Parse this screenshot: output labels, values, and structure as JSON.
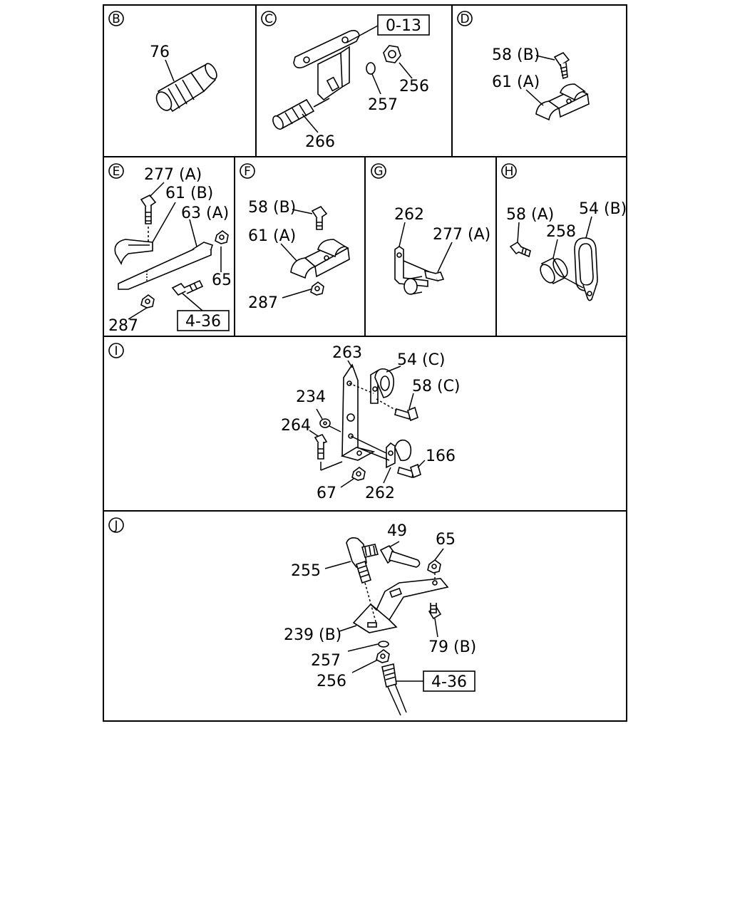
{
  "panels": {
    "B": {
      "letter": "B",
      "labels": [
        "76"
      ]
    },
    "C": {
      "letter": "C",
      "labels": [
        "256",
        "257",
        "266"
      ],
      "ref": "0-13"
    },
    "D": {
      "letter": "D",
      "labels": [
        "58 (B)",
        "61 (A)"
      ]
    },
    "E": {
      "letter": "E",
      "labels": [
        "277 (A)",
        "61 (B)",
        "63 (A)",
        "65",
        "287"
      ],
      "ref": "4-36"
    },
    "F": {
      "letter": "F",
      "labels": [
        "58 (B)",
        "61 (A)",
        "287"
      ]
    },
    "G": {
      "letter": "G",
      "labels": [
        "262",
        "277 (A)"
      ]
    },
    "H": {
      "letter": "H",
      "labels": [
        "58 (A)",
        "258",
        "54 (B)"
      ]
    },
    "I": {
      "letter": "I",
      "labels": [
        "263",
        "54 (C)",
        "58 (C)",
        "234",
        "264",
        "166",
        "67",
        "262"
      ]
    },
    "J": {
      "letter": "J",
      "labels": [
        "49",
        "65",
        "255",
        "239 (B)",
        "79 (B)",
        "257",
        "256"
      ],
      "ref": "4-36"
    }
  }
}
